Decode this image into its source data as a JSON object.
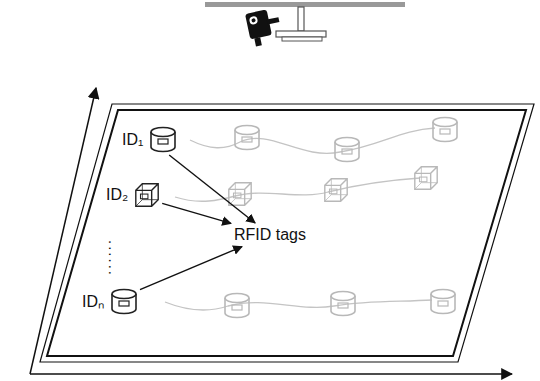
{
  "diagram": {
    "nodes": [
      {
        "text": [
          "ID₁"
        ]
      },
      {
        "text": [
          "ID₂"
        ]
      },
      {
        "text": [
          "IDₙ"
        ]
      },
      {
        "text": [
          "RFID tags"
        ]
      }
    ],
    "edges": [
      {
        "from": 0,
        "to": 3,
        "arrow": "to"
      },
      {
        "from": 1,
        "to": 3,
        "arrow": "to"
      },
      {
        "from": 2,
        "to": 3,
        "arrow": "to"
      }
    ],
    "labels": [
      "......"
    ]
  }
}
